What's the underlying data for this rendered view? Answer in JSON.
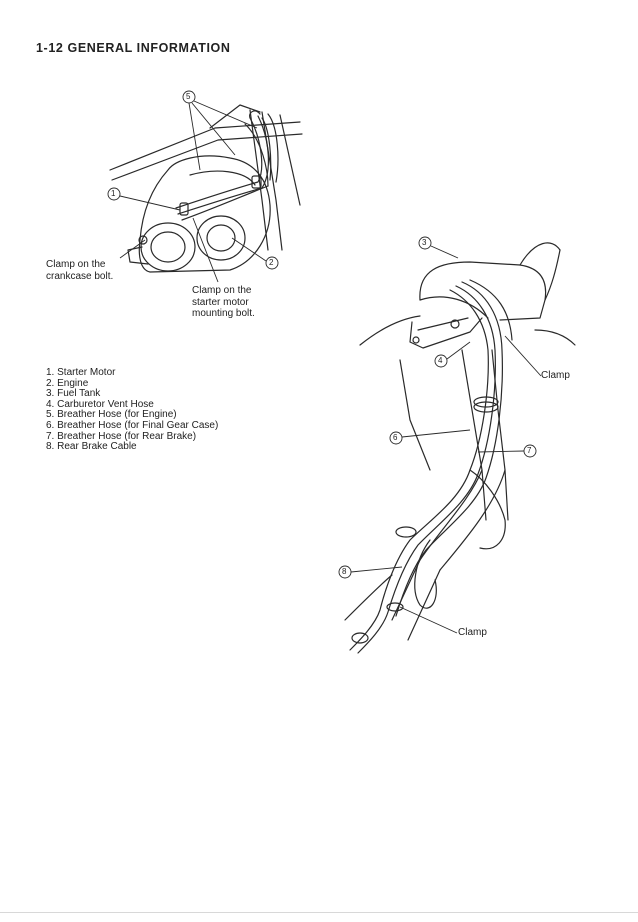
{
  "header": {
    "title": "1-12 GENERAL INFORMATION"
  },
  "figure_left": {
    "callouts": [
      "5",
      "1",
      "2"
    ],
    "clamp_crankcase": [
      "Clamp on the",
      "crankcase bolt."
    ],
    "clamp_starter": [
      "Clamp on the",
      "starter motor",
      "mounting bolt."
    ]
  },
  "legend": {
    "items": [
      "1. Starter Motor",
      "2. Engine",
      "3. Fuel Tank",
      "4. Carburetor Vent Hose",
      "5. Breather Hose (for Engine)",
      "6. Breather Hose (for Final Gear Case)",
      "7. Breather Hose (for Rear Brake)",
      "8. Rear Brake Cable"
    ]
  },
  "figure_right": {
    "callouts": [
      "3",
      "4",
      "6",
      "7",
      "8"
    ],
    "clamp_upper": "Clamp",
    "clamp_lower": "Clamp"
  }
}
